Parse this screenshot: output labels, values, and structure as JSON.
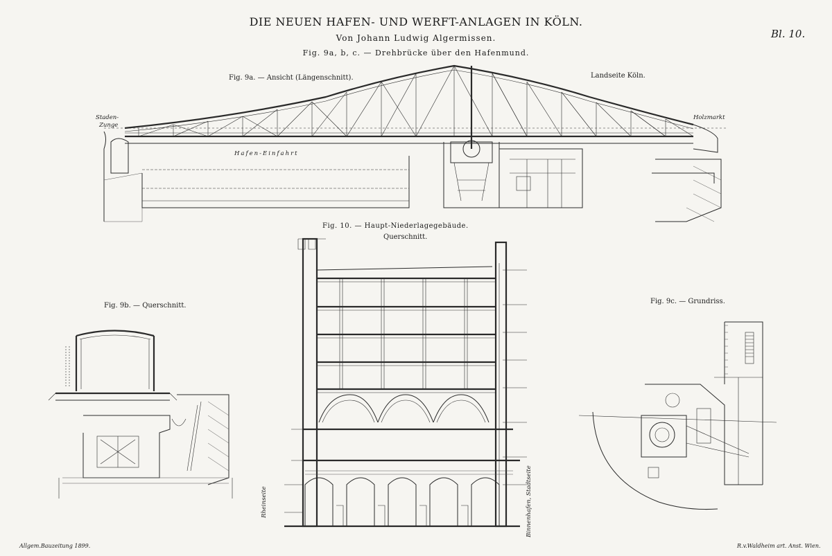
{
  "header": {
    "title": "DIE NEUEN HAFEN- UND WERFT-ANLAGEN IN KÖLN.",
    "author": "Von Johann Ludwig Algermissen.",
    "fig9_caption": "Fig. 9a, b, c. — Drehbrücke über den Hafenmund.",
    "plate": "Bl. 10."
  },
  "fig9a": {
    "caption": "Fig. 9a. — Ansicht (Längenschnitt).",
    "side_label": "Landseite Köln.",
    "left_label_1": "Staden-",
    "left_label_2": "Zunge",
    "right_label": "Holzmarkt",
    "channel_label": "Hafen-Einfahrt"
  },
  "fig9b": {
    "caption": "Fig. 9b. — Querschnitt."
  },
  "fig9c": {
    "caption": "Fig. 9c. — Grundriss."
  },
  "fig10": {
    "caption": "Fig. 10. — Haupt-Niederlagegebäude.",
    "subcaption": "Querschnitt.",
    "left_side": "Rheinseite",
    "right_side": "Binnenhafen, Stadtseite"
  },
  "footer": {
    "left": "Allgem.Bauzeitung 1899.",
    "right": "R.v.Waldheim art. Anst. Wien."
  }
}
